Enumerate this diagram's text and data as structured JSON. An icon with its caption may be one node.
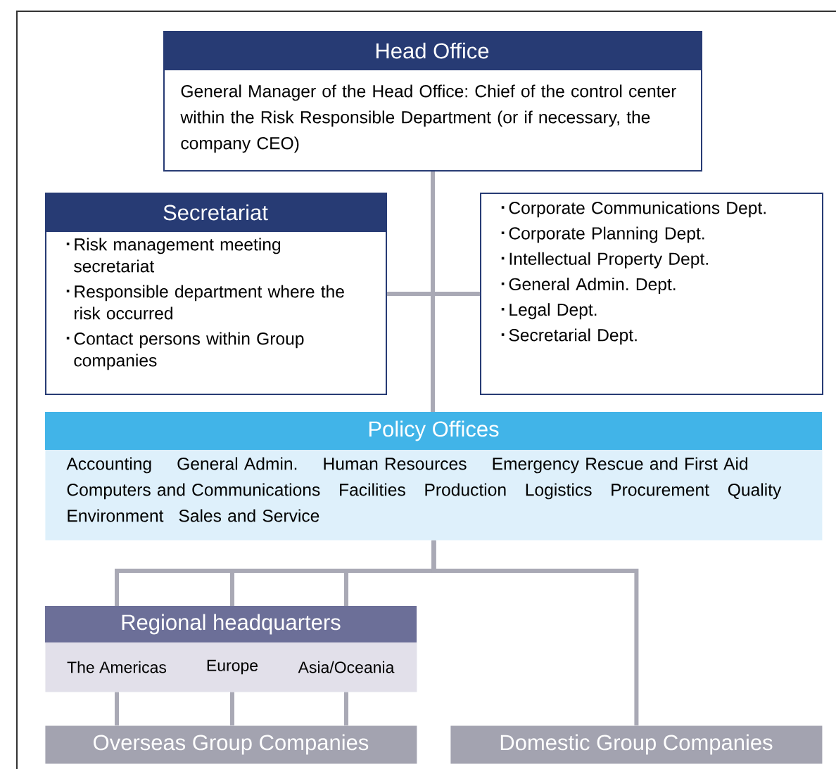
{
  "diagram": {
    "nodes": [
      {
        "text": [
          "Head Office",
          "General Manager of the Head Office: Chief of the control center within the Risk Responsible Department (or if necessary, the company CEO)"
        ]
      },
      {
        "text": [
          "Secretariat",
          "Risk management meeting secretariat",
          "Responsible department where the risk occurred",
          "Contact persons within Group companies"
        ]
      },
      {
        "text": [
          "Corporate Communications Dept.",
          "Corporate Planning Dept.",
          "Intellectual Property Dept.",
          "General Admin. Dept.",
          "Legal Dept.",
          "Secretarial Dept."
        ]
      },
      {
        "text": [
          "Policy Offices",
          "Accounting",
          "General Admin.",
          "Human Resources",
          "Emergency Rescue and First Aid",
          "Computers and Communications",
          "Facilities",
          "Production",
          "Logistics",
          "Procurement",
          "Quality",
          "Environment",
          "Sales and Service"
        ]
      },
      {
        "text": [
          "Regional headquarters"
        ]
      },
      {
        "text": [
          "The Americas"
        ],
        "in": 4
      },
      {
        "text": [
          "Europe"
        ],
        "in": 4
      },
      {
        "text": [
          "Asia/Oceania"
        ],
        "in": 4
      },
      {
        "text": [
          "Overseas Group Companies"
        ]
      },
      {
        "text": [
          "Domestic Group Companies"
        ]
      }
    ],
    "edges": [
      {
        "from": 0,
        "to": 1,
        "arrow": "none"
      },
      {
        "from": 0,
        "to": 2,
        "arrow": "none"
      },
      {
        "from": 0,
        "to": 3,
        "arrow": "none"
      },
      {
        "from": 3,
        "to": 5,
        "arrow": "none"
      },
      {
        "from": 3,
        "to": 6,
        "arrow": "none"
      },
      {
        "from": 3,
        "to": 7,
        "arrow": "none"
      },
      {
        "from": 3,
        "to": 9,
        "arrow": "none"
      },
      {
        "from": 5,
        "to": 8,
        "arrow": "none"
      },
      {
        "from": 6,
        "to": 8,
        "arrow": "none"
      },
      {
        "from": 7,
        "to": 8,
        "arrow": "none"
      }
    ]
  }
}
